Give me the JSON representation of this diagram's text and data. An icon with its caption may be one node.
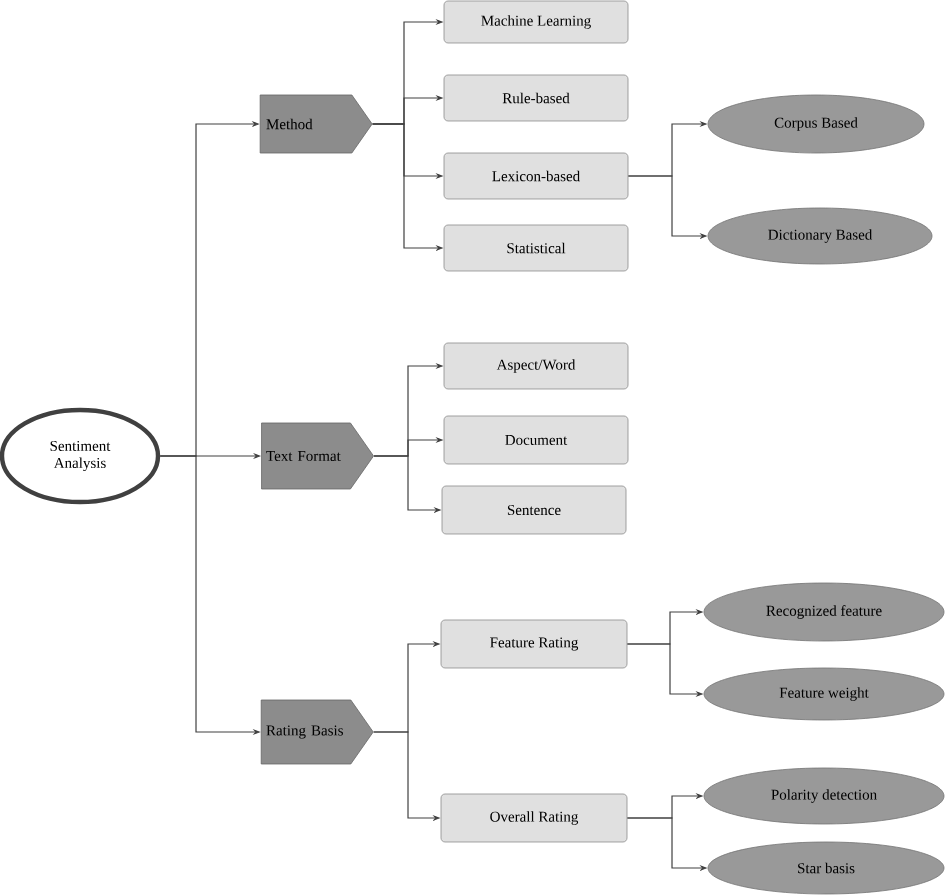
{
  "diagram": {
    "nodes": [
      {
        "text": [
          "Sentiment Analysis"
        ]
      },
      {
        "text": [
          "Method"
        ]
      },
      {
        "text": [
          "Text Format"
        ]
      },
      {
        "text": [
          "Rating Basis"
        ]
      },
      {
        "text": [
          "Machine Learning"
        ]
      },
      {
        "text": [
          "Rule-based"
        ]
      },
      {
        "text": [
          "Lexicon-based"
        ]
      },
      {
        "text": [
          "Statistical"
        ]
      },
      {
        "text": [
          "Corpus Based"
        ]
      },
      {
        "text": [
          "Dictionary Based"
        ]
      },
      {
        "text": [
          "Aspect/Word"
        ]
      },
      {
        "text": [
          "Document"
        ]
      },
      {
        "text": [
          "Sentence"
        ]
      },
      {
        "text": [
          "Feature Rating"
        ]
      },
      {
        "text": [
          "Overall Rating"
        ]
      },
      {
        "text": [
          "Recognized feature"
        ]
      },
      {
        "text": [
          "Feature weight"
        ]
      },
      {
        "text": [
          "Polarity detection"
        ]
      },
      {
        "text": [
          "Star basis"
        ]
      }
    ],
    "edges": [
      {
        "from": 0,
        "to": 1,
        "arrow": "to"
      },
      {
        "from": 0,
        "to": 2,
        "arrow": "to"
      },
      {
        "from": 0,
        "to": 3,
        "arrow": "to"
      },
      {
        "from": 1,
        "to": 4,
        "arrow": "to"
      },
      {
        "from": 1,
        "to": 5,
        "arrow": "to"
      },
      {
        "from": 1,
        "to": 6,
        "arrow": "to"
      },
      {
        "from": 1,
        "to": 7,
        "arrow": "to"
      },
      {
        "from": 6,
        "to": 8,
        "arrow": "to"
      },
      {
        "from": 6,
        "to": 9,
        "arrow": "to"
      },
      {
        "from": 2,
        "to": 10,
        "arrow": "to"
      },
      {
        "from": 2,
        "to": 11,
        "arrow": "to"
      },
      {
        "from": 2,
        "to": 12,
        "arrow": "to"
      },
      {
        "from": 3,
        "to": 13,
        "arrow": "to"
      },
      {
        "from": 3,
        "to": 14,
        "arrow": "to"
      },
      {
        "from": 13,
        "to": 15,
        "arrow": "to"
      },
      {
        "from": 13,
        "to": 16,
        "arrow": "to"
      },
      {
        "from": 14,
        "to": 17,
        "arrow": "to"
      },
      {
        "from": 14,
        "to": 18,
        "arrow": "to"
      }
    ]
  }
}
